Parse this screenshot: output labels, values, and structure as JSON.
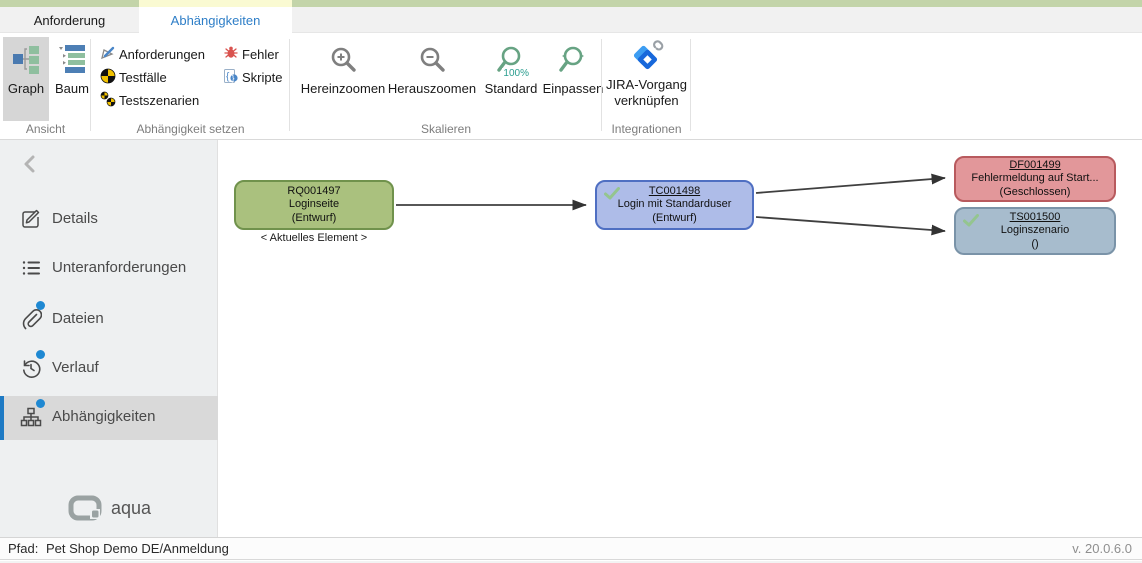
{
  "tabs": [
    {
      "label": "Anforderung",
      "active": false
    },
    {
      "label": "Abhängigkeiten",
      "active": true
    }
  ],
  "ribbon": {
    "ansicht": {
      "group_label": "Ansicht",
      "graph_label": "Graph",
      "baum_label": "Baum"
    },
    "abhaengigkeit_setzen": {
      "group_label": "Abhängigkeit setzen",
      "anforderungen_label": "Anforderungen",
      "testfaelle_label": "Testfälle",
      "testszenarien_label": "Testszenarien",
      "fehler_label": "Fehler",
      "skripte_label": "Skripte"
    },
    "skalieren": {
      "group_label": "Skalieren",
      "hereinzoomen_label": "Hereinzoomen",
      "herauszoomen_label": "Herauszoomen",
      "standard_label": "Standard",
      "standard_zoom": "100%",
      "einpassen_label": "Einpassen"
    },
    "integrationen": {
      "group_label": "Integrationen",
      "jira_label_line1": "JIRA-Vorgang",
      "jira_label_line2": "verknüpfen"
    }
  },
  "sidebar": {
    "items": [
      {
        "label": "Details",
        "badge": false,
        "selected": false
      },
      {
        "label": "Unteranforderungen",
        "badge": false,
        "selected": false
      },
      {
        "label": "Dateien",
        "badge": true,
        "selected": false
      },
      {
        "label": "Verlauf",
        "badge": true,
        "selected": false
      },
      {
        "label": "Abhängigkeiten",
        "badge": true,
        "selected": true
      }
    ],
    "logo_text": "aqua"
  },
  "graph": {
    "current_element_label": "< Aktuelles Element >",
    "nodes": [
      {
        "id": "RQ001497",
        "title": "Loginseite",
        "status": "(Entwurf)",
        "type": "requirement",
        "checked": false,
        "current": true
      },
      {
        "id": "TC001498",
        "title": "Login mit Standarduser",
        "status": "(Entwurf)",
        "type": "testcase",
        "checked": true,
        "current": false
      },
      {
        "id": "DF001499",
        "title": "Fehlermeldung auf Start...",
        "status": "(Geschlossen)",
        "type": "defect",
        "checked": false,
        "current": false
      },
      {
        "id": "TS001500",
        "title": "Loginszenario",
        "status": "()",
        "type": "testscenario",
        "checked": true,
        "current": false
      }
    ],
    "edges": [
      {
        "from": "RQ001497",
        "to": "TC001498"
      },
      {
        "from": "TC001498",
        "to": "DF001499"
      },
      {
        "from": "TC001498",
        "to": "TS001500"
      }
    ]
  },
  "statusbar": {
    "path_label": "Pfad:",
    "path_value": "Pet Shop Demo DE/Anmeldung",
    "version": "v. 20.0.6.0"
  },
  "colors": {
    "top_strip": "#c3d4a9",
    "tab_highlight": "#fafad2",
    "active_tab_text": "#2e7ec7",
    "badge_blue": "#1e88d2",
    "selected_bar_blue": "#1e7ac4",
    "check_green": "#94c58f",
    "requirement_fill": "#aac17e",
    "requirement_border": "#70924c",
    "testcase_fill": "#aebce8",
    "testcase_border": "#4f6fc2",
    "defect_fill": "#e2979a",
    "defect_border": "#b85a5e",
    "testscenario_fill": "#a7bccd",
    "testscenario_border": "#7a93a8"
  }
}
